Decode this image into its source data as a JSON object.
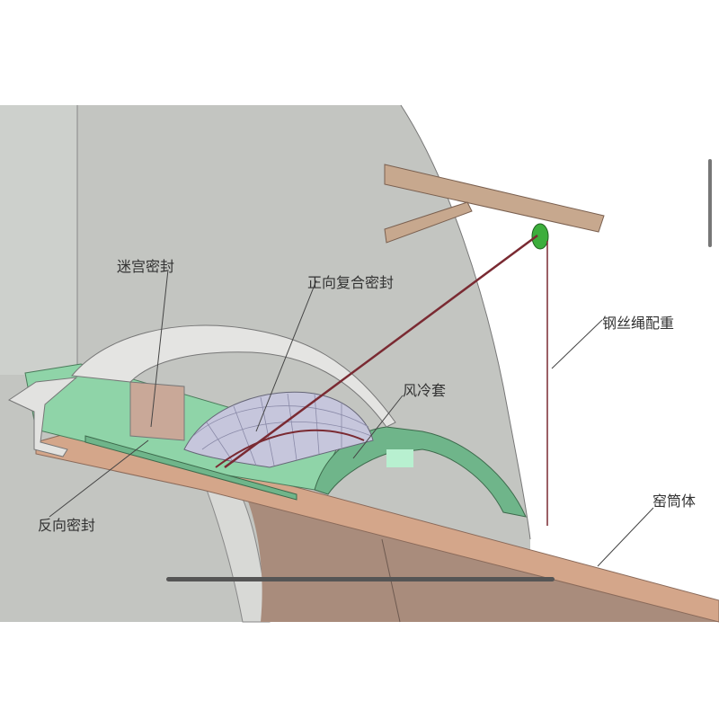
{
  "labels": {
    "labyrinth_seal": "迷宫密封",
    "forward_composite_seal": "正向复合密封",
    "air_cooling_jacket": "风冷套",
    "wire_rope_counterweight": "钢丝绳配重",
    "kiln_shell": "窑筒体",
    "reverse_seal": "反向密封"
  },
  "colors": {
    "wall": "#c3c5c1",
    "plank": "#d4a68a",
    "kiln_body": "#a98c7c",
    "green": "#8fd4a8",
    "rope": "#7a2a32"
  }
}
